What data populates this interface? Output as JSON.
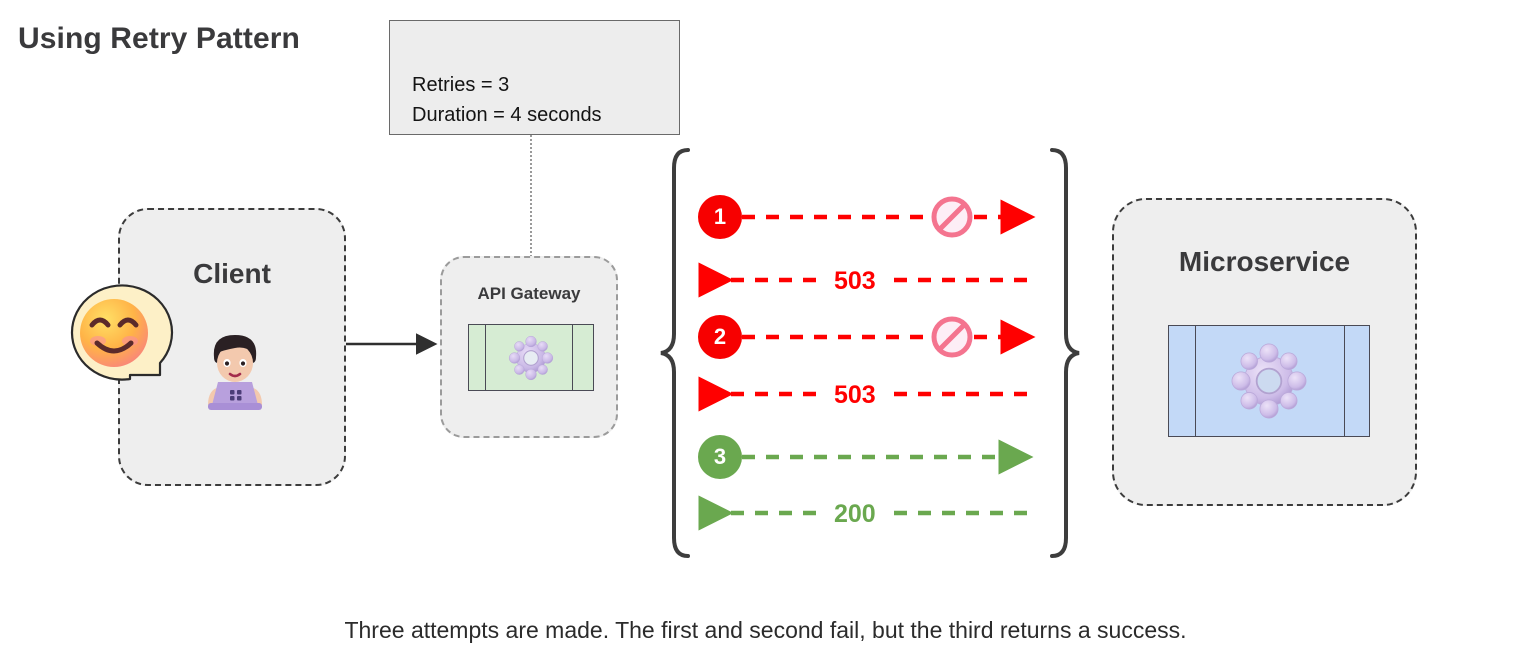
{
  "title": "Using Retry Pattern",
  "note": {
    "line1": "Retries = 3",
    "line2": "Duration = 4 seconds"
  },
  "client": {
    "label": "Client",
    "avatar_emoji": "smiling-face",
    "person_icon": "person-at-laptop"
  },
  "api_gateway": {
    "label": "API Gateway",
    "icon": "gear-rack-icon"
  },
  "microservice": {
    "label": "Microservice",
    "icon": "gear-rack-icon"
  },
  "retry_flow": {
    "rows": [
      {
        "id": "attempt-1-request",
        "badge": "1",
        "state": "fail",
        "direction": "right",
        "blocked_icon": "prohibition-icon",
        "label": ""
      },
      {
        "id": "attempt-1-response",
        "badge": "",
        "state": "fail",
        "direction": "left",
        "blocked_icon": "",
        "label": "503"
      },
      {
        "id": "attempt-2-request",
        "badge": "2",
        "state": "fail",
        "direction": "right",
        "blocked_icon": "prohibition-icon",
        "label": ""
      },
      {
        "id": "attempt-2-response",
        "badge": "",
        "state": "fail",
        "direction": "left",
        "blocked_icon": "",
        "label": "503"
      },
      {
        "id": "attempt-3-request",
        "badge": "3",
        "state": "ok",
        "direction": "right",
        "blocked_icon": "",
        "label": ""
      },
      {
        "id": "attempt-3-response",
        "badge": "",
        "state": "ok",
        "direction": "left",
        "blocked_icon": "",
        "label": "200"
      }
    ]
  },
  "caption": "Three attempts are made. The first and second fail, but the third returns a success.",
  "colors": {
    "fail_red": "#ff0000",
    "badge_red": "#f70000",
    "success_green": "#6aa84f",
    "box_fill": "#eeeeee",
    "box_border": "#3c3c3c",
    "note_fill": "#ededed",
    "note_border": "#6a6a6a",
    "gateway_icon_fill": "#d6ecd3",
    "microservice_icon_fill": "#c3d9f7",
    "title_text": "#3a3a3c",
    "background": "#ffffff"
  }
}
